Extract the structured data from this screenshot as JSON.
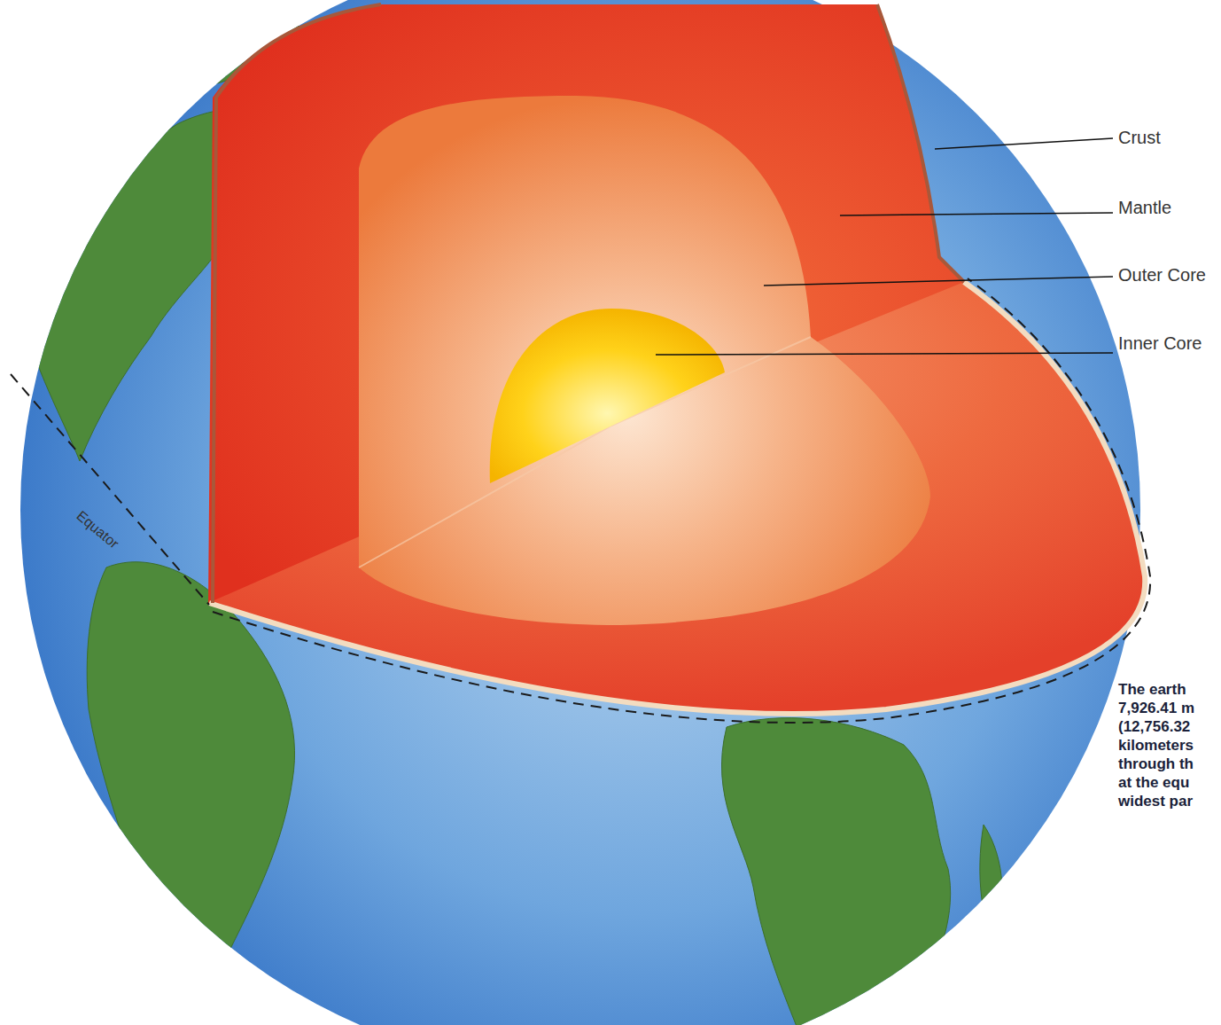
{
  "diagram": {
    "caption": "The earth 7,926.41 m (12,756.32 kilometers through th at the equ widest par",
    "labels": [
      "Crust",
      "Mantle",
      "Outer Core",
      "Inner Core",
      "Equator"
    ]
  }
}
